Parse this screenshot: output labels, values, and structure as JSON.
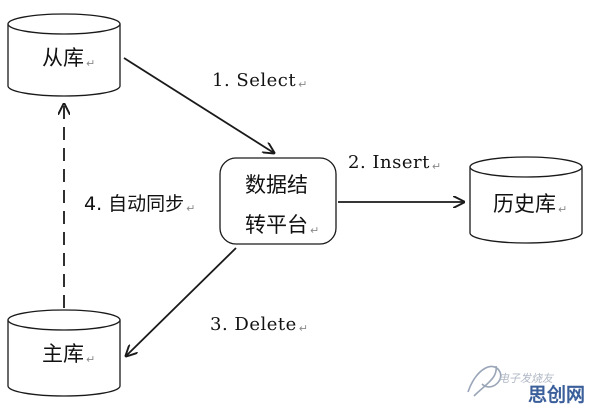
{
  "nodes": {
    "slave_db": "从库",
    "master_db": "主库",
    "platform": [
      "数据结",
      "转平台"
    ],
    "history_db": "历史库"
  },
  "edges": {
    "select": "1. Select",
    "insert": "2. Insert",
    "delete": "3. Delete",
    "sync": "4. 自动同步"
  },
  "paragraph_mark": "↵",
  "watermark": {
    "brand": "思创网",
    "prefix": "电子发烧友"
  },
  "colors": {
    "stroke": "#1a1a1a",
    "text": "#111111",
    "mark": "#8a8a8a",
    "watermark": "#3a5f9a"
  }
}
